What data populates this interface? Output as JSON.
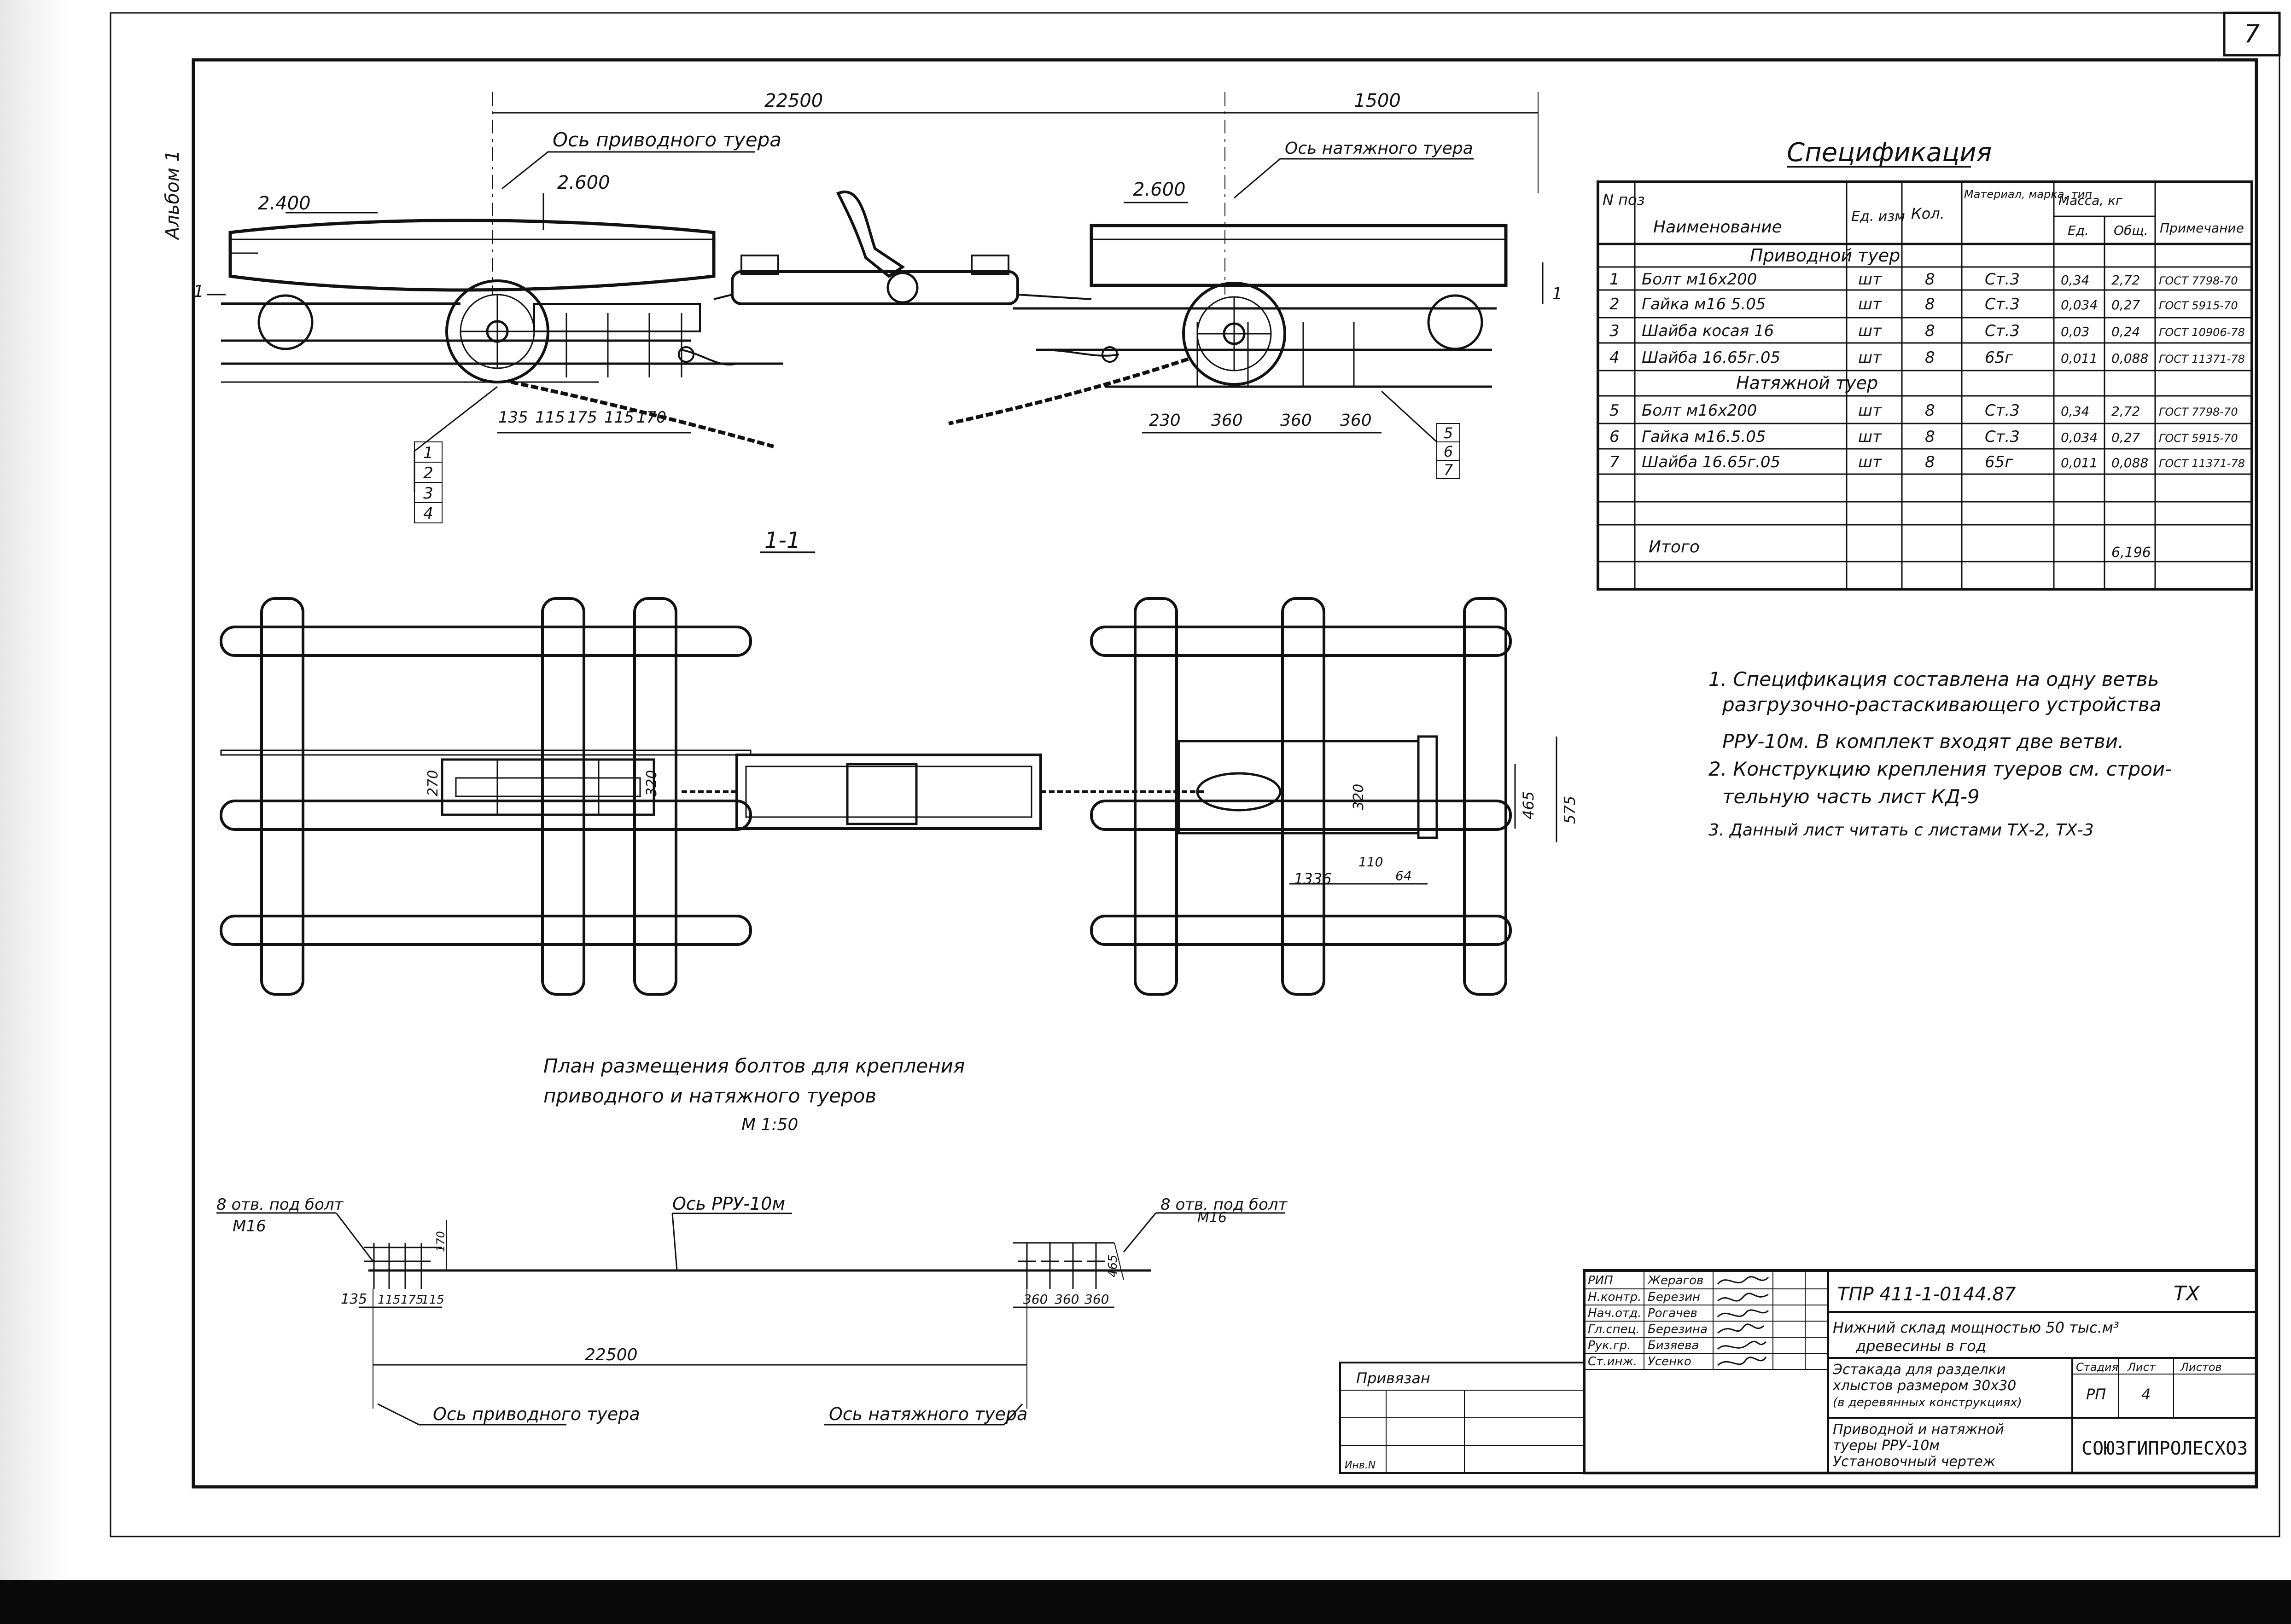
{
  "sheet": {
    "number": "7",
    "side_label": "Альбом 1"
  },
  "elevation": {
    "dims_top": [
      "22500",
      "1500"
    ],
    "axis_drive": "Ось приводного туера",
    "axis_tension": "Ось натяжного туера",
    "dim_2400": "2.400",
    "dim_2600_left": "2.600",
    "dim_2600_right": "2.600",
    "left_callouts": [
      "1",
      "2",
      "3",
      "4"
    ],
    "right_callouts": [
      "5",
      "6",
      "7"
    ],
    "mark_left": "1",
    "mark_right": "1",
    "bolt_dims_left": [
      "135",
      "115",
      "175",
      "115",
      "170"
    ],
    "bolt_dims_right": [
      "230",
      "360",
      "360",
      "360"
    ]
  },
  "section": {
    "label": "1-1",
    "dims": [
      "270",
      "320",
      "320",
      "465",
      "575",
      "1336",
      "110",
      "64"
    ]
  },
  "spec": {
    "title": "Спецификация",
    "headers": [
      "N поз",
      "Наименование",
      "Ед. изм",
      "Кол.",
      "Материал, марка, тип",
      "Масса, кг",
      "Ед.",
      "Общ.",
      "Примечание"
    ],
    "group_drive": "Приводной   туер",
    "group_tension": "Натяжной   туер",
    "rows_drive": [
      [
        "1",
        "Болт  м16х200",
        "шт",
        "8",
        "Ст.3",
        "0,34",
        "2,72",
        "ГОСТ 7798-70"
      ],
      [
        "2",
        "Гайка  м16  5.05",
        "шт",
        "8",
        "Ст.3",
        "0,034",
        "0,27",
        "ГОСТ 5915-70"
      ],
      [
        "3",
        "Шайба  косая  16",
        "шт",
        "8",
        "Ст.3",
        "0,03",
        "0,24",
        "ГОСТ 10906-78"
      ],
      [
        "4",
        "Шайба  16.65г.05",
        "шт",
        "8",
        "65г",
        "0,011",
        "0,088",
        "ГОСТ 11371-78"
      ]
    ],
    "rows_tension": [
      [
        "5",
        "Болт  м16х200",
        "шт",
        "8",
        "Ст.3",
        "0,34",
        "2,72",
        "ГОСТ 7798-70"
      ],
      [
        "6",
        "Гайка  м16.5.05",
        "шт",
        "8",
        "Ст.3",
        "0,034",
        "0,27",
        "ГОСТ 5915-70"
      ],
      [
        "7",
        "Шайба 16.65г.05",
        "шт",
        "8",
        "65г",
        "0,011",
        "0,088",
        "ГОСТ 11371-78"
      ]
    ],
    "total_label": "Итого",
    "total_value": "6,196"
  },
  "notes": [
    "1. Спецификация  составлена  на одну ветвь",
    "разгрузочно-растаскивающего  устройства",
    "РРУ-10м.  В комплект  входят  две ветви.",
    "2. Конструкцию  крепления  туеров  см. строи-",
    "тельную   часть   лист   КД-9",
    "3. Данный  лист  читать  с листами  ТХ-2, ТХ-3"
  ],
  "plan": {
    "title_line1": "План   размещения      болтов  для    крепления",
    "title_line2": "приводного        и   натяжного       туеров",
    "scale": "М 1:50",
    "holes_left": "8 отв. под болт",
    "holes_left_size": "М16",
    "holes_right": "8 отв. под болт",
    "holes_right_size": "М16",
    "axis_rru": "Ось РРУ-10м",
    "dim_total": "22500",
    "dims_left": [
      "135",
      "115",
      "175",
      "115"
    ],
    "dim_170": "170",
    "dims_right": [
      "360",
      "360",
      "360"
    ],
    "dim_465": "465",
    "axis_drive": "Ось приводного туера",
    "axis_tension": "Ось натяжного туера"
  },
  "stamp": {
    "roles": [
      "РИП",
      "Н.контр.",
      "Нач.отд.",
      "Гл.спец.",
      "Рук.гр.",
      "Ст.инж."
    ],
    "names": [
      "Жерагов",
      "Березин",
      "Рогачев",
      "Березина",
      "Бизяева",
      "Усенко"
    ],
    "doc_code": "ТПР   411-1-0144.87",
    "mark": "ТХ",
    "project_1": "Нижний  склад  мощностью  50 тыс.м³",
    "project_2": "древесины  в год",
    "object_1": "Эстакада для разделки",
    "object_2": "хлыстов размером 30х30",
    "object_3": "(в деревянных конструкциях)",
    "sheet_1": "Приводной  и натяжной",
    "sheet_2": "туеры  РРУ-10м",
    "sheet_3": "Установочный  чертеж",
    "stage_h": "Стадия",
    "list_h": "Лист",
    "lists_h": "Листов",
    "stage": "РП",
    "list": "4",
    "org": "СОЮЗГИПРОЛЕСХОЗ",
    "privyazan": "Привязан",
    "inv": "Инв.N"
  }
}
